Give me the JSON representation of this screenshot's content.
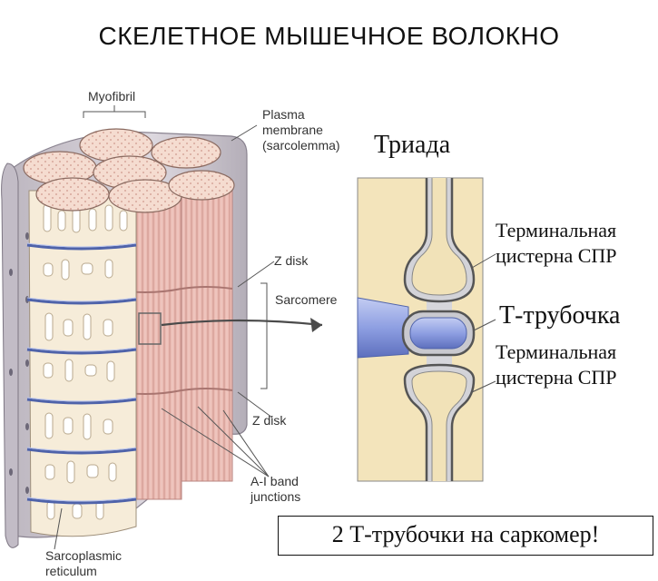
{
  "title": "СКЕЛЕТНОЕ МЫШЕЧНОЕ ВОЛОКНО",
  "labels_en": {
    "myofibril": "Myofibril",
    "plasma_membrane_line1": "Plasma",
    "plasma_membrane_line2": "membrane",
    "plasma_membrane_line3": "(sarcolemma)",
    "z_disk_top": "Z disk",
    "sarcomere": "Sarcomere",
    "z_disk_bottom": "Z disk",
    "ai_band_line1": "A-I band",
    "ai_band_line2": "junctions",
    "sr_line1": "Sarcoplasmic",
    "sr_line2": "reticulum"
  },
  "labels_ru": {
    "triad_title": "Триада",
    "terminal_cistern_top_line1": "Терминальная",
    "terminal_cistern_top_line2": "цистерна СПР",
    "t_tubule": "Т-трубочка",
    "terminal_cistern_bottom_line1": "Терминальная",
    "terminal_cistern_bottom_line2": "цистерна СПР"
  },
  "note": "2 Т-трубочки на саркомер!",
  "colors": {
    "myofibril_pink": "#e8b6b0",
    "myofibril_cream": "#f6ead6",
    "sr_blue": "#5b6fb0",
    "t_tubule_blue": "#8f9fe0",
    "sarcolemma_gray": "#c9c4cc",
    "triad_cream": "#f3e4bb",
    "triad_gray": "#c9c9cf"
  }
}
